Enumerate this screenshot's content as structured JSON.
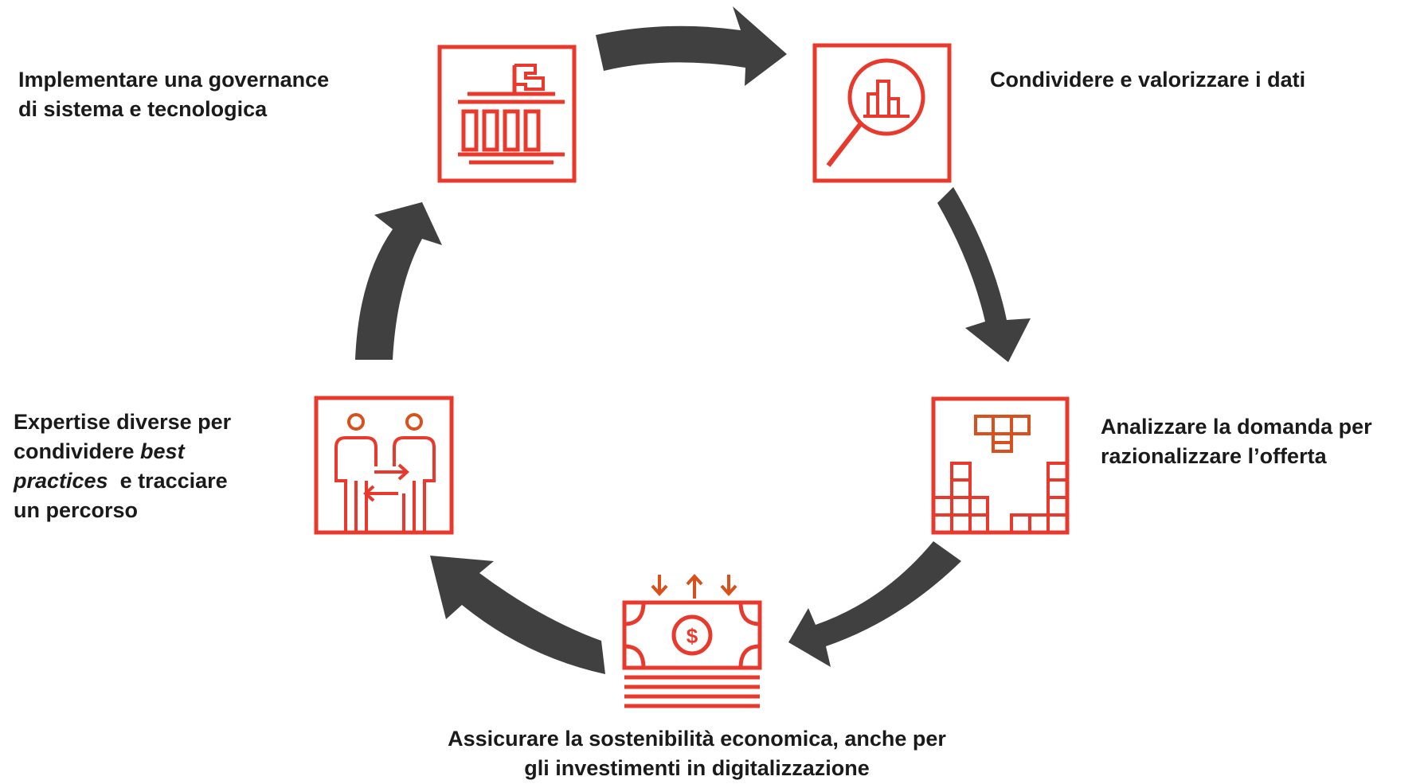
{
  "colors": {
    "icon_red": "#E8392C",
    "icon_orange": "#D9501C",
    "arrow": "#404040",
    "text": "#1a1a1a"
  },
  "steps": [
    {
      "icon": "governance-building-icon",
      "lines": [
        "Implementare una governance",
        "di sistema e tecnologica"
      ]
    },
    {
      "icon": "data-magnifier-chart-icon",
      "lines": [
        "Condividere e valorizzare i dati"
      ]
    },
    {
      "icon": "demand-blocks-icon",
      "lines": [
        "Analizzare la domanda per",
        "razionalizzare l’offerta"
      ]
    },
    {
      "icon": "money-banknote-icon",
      "lines": [
        "Assicurare la sostenibilità economica, anche per",
        "gli investimenti in digitalizzazione"
      ]
    },
    {
      "icon": "people-exchange-icon",
      "line1": "Expertise diverse per",
      "line2_prefix": "condividere ",
      "line2_italic": "best",
      "line3_italic": "practices",
      "line3_suffix": "  e tracciare",
      "line4": "un percorso"
    }
  ]
}
